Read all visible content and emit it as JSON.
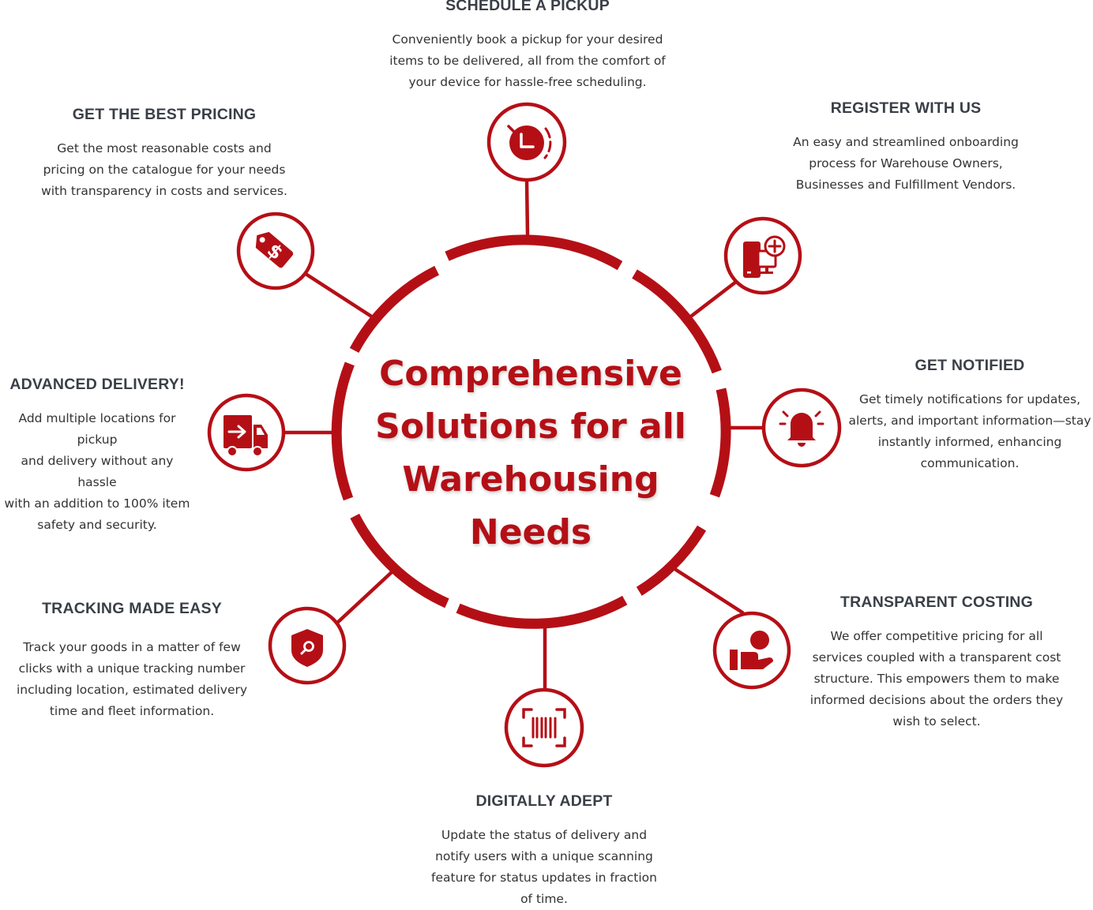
{
  "center": {
    "lines": [
      "Comprehensive",
      "Solutions for all",
      "Warehousing",
      "Needs"
    ]
  },
  "features": {
    "schedule_pickup": {
      "title": "SCHEDULE A PICKUP",
      "lines": [
        "Conveniently book a pickup for your desired",
        "items to be delivered, all from the comfort of",
        "your device for  hassle-free scheduling."
      ]
    },
    "register": {
      "title": "REGISTER WITH US",
      "lines": [
        "An easy and streamlined onboarding",
        "process for Warehouse Owners,",
        "Businesses and Fulfillment Vendors."
      ]
    },
    "notified": {
      "title": "GET NOTIFIED",
      "lines": [
        "Get timely notifications for updates,",
        "alerts, and important information—stay",
        "instantly informed, enhancing",
        "communication."
      ]
    },
    "transparent": {
      "title": "TRANSPARENT COSTING",
      "lines": [
        "We offer competitive pricing for all",
        "services coupled with a transparent cost",
        "structure. This empowers them to make",
        "informed decisions about the orders they",
        "wish to select."
      ]
    },
    "digital": {
      "title": "DIGITALLY ADEPT",
      "lines": [
        "Update the status of delivery and",
        "notify users with a unique scanning",
        "feature for status updates in fraction",
        "of time."
      ]
    },
    "tracking": {
      "title": "TRACKING MADE EASY",
      "lines": [
        "Track your goods in a matter of few",
        "clicks with a unique tracking number",
        "including location, estimated delivery",
        "time and fleet information."
      ]
    },
    "advanced": {
      "title": "ADVANCED DELIVERY!",
      "lines": [
        "Add multiple locations for pickup",
        "and delivery without any hassle",
        "with an addition to 100% item",
        "safety and security."
      ]
    },
    "pricing": {
      "title": "GET THE BEST PRICING",
      "lines": [
        "Get the most reasonable costs and",
        "pricing  on the catalogue for your needs",
        "with transparency in costs and services."
      ]
    }
  },
  "icons": {
    "schedule_pickup": "clock-icon",
    "register": "devices-add-icon",
    "notified": "bell-icon",
    "transparent": "hand-user-icon",
    "digital": "barcode-scan-icon",
    "tracking": "shield-search-icon",
    "advanced": "delivery-truck-icon",
    "pricing": "price-tag-icon"
  },
  "colors": {
    "accent": "#b50f16",
    "text": "#333333",
    "heading": "#3a3f47"
  }
}
